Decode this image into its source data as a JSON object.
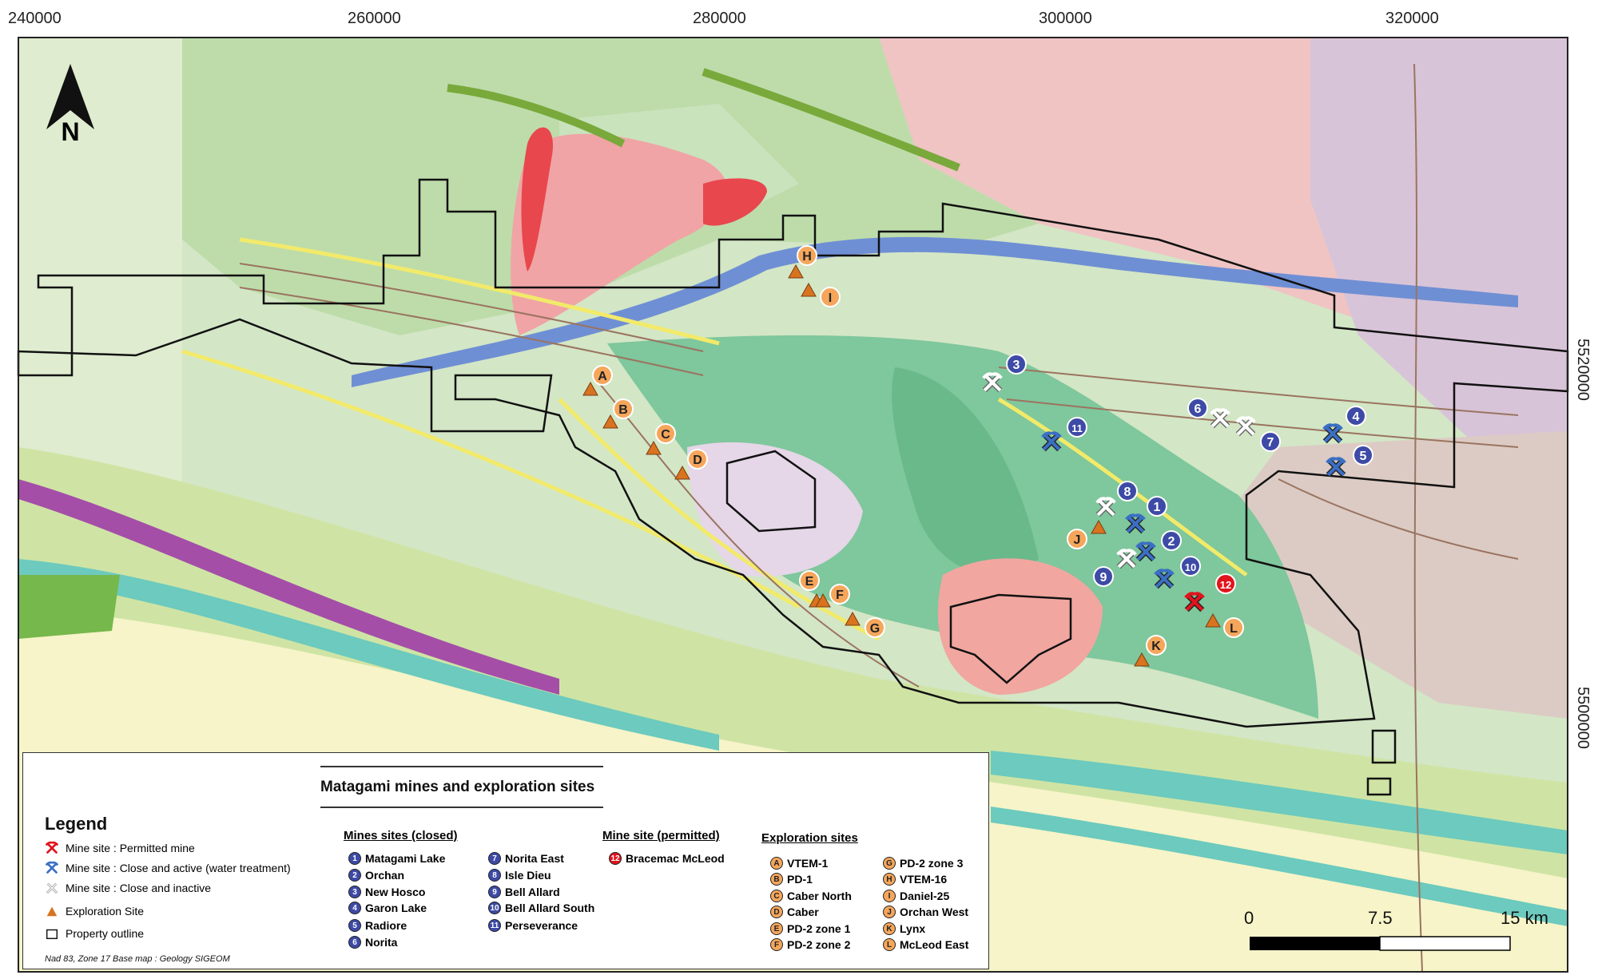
{
  "axes": {
    "top": [
      "240000",
      "260000",
      "280000",
      "300000",
      "320000"
    ],
    "right": [
      "5520000",
      "5500000"
    ]
  },
  "north_label": "N",
  "legend": {
    "title": "Matagami mines and exploration sites",
    "heading": "Legend",
    "symbols": [
      {
        "icon": "red-pickaxe-icon",
        "label": "Mine site : Permitted mine"
      },
      {
        "icon": "blue-pickaxe-icon",
        "label": "Mine site : Close and active (water treatment)"
      },
      {
        "icon": "white-pickaxe-icon",
        "label": "Mine site : Close and inactive"
      },
      {
        "icon": "triangle-icon",
        "label": "Exploration Site"
      },
      {
        "icon": "square-icon",
        "label": "Property outline"
      }
    ],
    "footer": "Nad 83, Zone 17   Base map : Geology SIGEOM",
    "mines_closed_header": "Mines sites (closed)",
    "mines_closed": [
      {
        "id": "1",
        "name": "Matagami Lake"
      },
      {
        "id": "2",
        "name": "Orchan"
      },
      {
        "id": "3",
        "name": "New Hosco"
      },
      {
        "id": "4",
        "name": "Garon Lake"
      },
      {
        "id": "5",
        "name": "Radiore"
      },
      {
        "id": "6",
        "name": "Norita"
      },
      {
        "id": "7",
        "name": "Norita East"
      },
      {
        "id": "8",
        "name": "Isle Dieu"
      },
      {
        "id": "9",
        "name": "Bell Allard"
      },
      {
        "id": "10",
        "name": "Bell Allard South"
      },
      {
        "id": "11",
        "name": "Perseverance"
      }
    ],
    "mine_permitted_header": "Mine site (permitted)",
    "mine_permitted": [
      {
        "id": "12",
        "name": "Bracemac McLeod"
      }
    ],
    "exploration_header": "Exploration sites",
    "exploration": [
      {
        "id": "A",
        "name": "VTEM-1"
      },
      {
        "id": "B",
        "name": "PD-1"
      },
      {
        "id": "C",
        "name": "Caber North"
      },
      {
        "id": "D",
        "name": "Caber"
      },
      {
        "id": "E",
        "name": "PD-2 zone 1"
      },
      {
        "id": "F",
        "name": "PD-2 zone 2"
      },
      {
        "id": "G",
        "name": "PD-2 zone 3"
      },
      {
        "id": "H",
        "name": "VTEM-16"
      },
      {
        "id": "I",
        "name": "Daniel-25"
      },
      {
        "id": "J",
        "name": "Orchan West"
      },
      {
        "id": "K",
        "name": "Lynx"
      },
      {
        "id": "L",
        "name": "McLeod East"
      }
    ]
  },
  "scale_bar": {
    "labels": [
      "0",
      "7.5",
      "15 km"
    ]
  },
  "colors": {
    "closed_mine": "#3d4aa6",
    "permitted_mine": "#e0141c",
    "exploration": "#f5a65b",
    "triangle": "#d9731f"
  }
}
